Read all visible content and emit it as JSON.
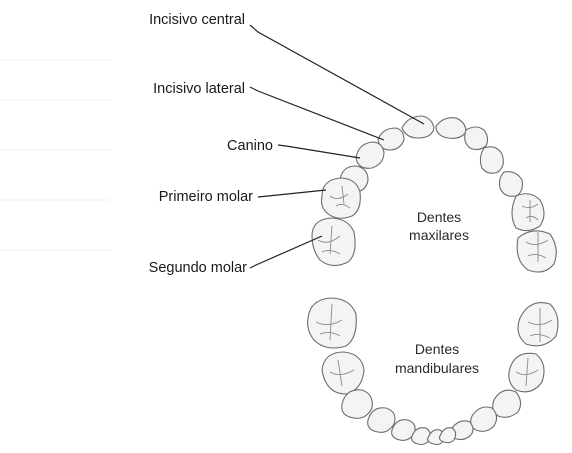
{
  "labels": {
    "central_incisor": "Incisivo central",
    "lateral_incisor": "Incisivo lateral",
    "canine": "Canino",
    "first_molar": "Primeiro molar",
    "second_molar": "Segundo molar"
  },
  "arches": {
    "maxillary": [
      "Dentes",
      "maxilares"
    ],
    "mandibular": [
      "Dentes",
      "mandibulares"
    ]
  },
  "colors": {
    "tooth_fill": "#f4f4f4",
    "tooth_outline": "#6d6d6d",
    "leader_line": "#222222"
  }
}
